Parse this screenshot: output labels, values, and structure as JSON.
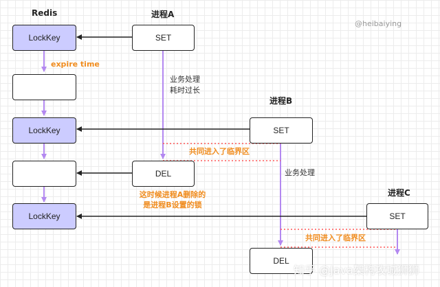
{
  "headers": {
    "redis": "Redis",
    "process_a": "进程A",
    "process_b": "进程B",
    "process_c": "进程C"
  },
  "watermark": "@heibaiying",
  "boxes": {
    "lockkey_1": "LockKey",
    "redis_empty_1": "",
    "lockkey_2": "LockKey",
    "redis_empty_2": "",
    "lockkey_3": "LockKey",
    "a_set": "SET",
    "a_del": "DEL",
    "b_set": "SET",
    "b_del": "DEL",
    "c_set": "SET"
  },
  "labels": {
    "expire_time": "expire time",
    "business_a_line1": "业务处理",
    "business_a_line2": "耗时过长",
    "business_b": "业务处理",
    "shared_critical_1": "共同进入了临界区",
    "shared_critical_2": "共同进入了临界区",
    "delete_note_line1": "这时候进程A删除的",
    "delete_note_line2": "是进程B设置的锁"
  },
  "footer_watermark": "知乎 @Java架构攻城狮狮",
  "colors": {
    "lock_fill": "#ccccff",
    "purple_arrow": "#b388f0",
    "orange_text": "#f08c1e",
    "red_dotted": "#ff5555",
    "grid": "#ececec",
    "line": "#222222"
  },
  "icons": {
    "arrowhead": "arrowhead-icon"
  }
}
